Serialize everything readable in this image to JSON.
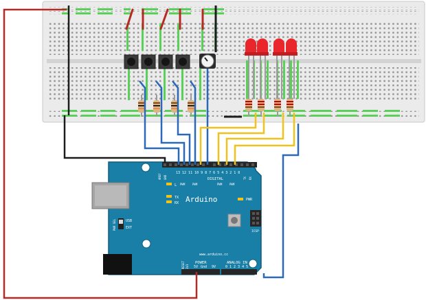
{
  "board": {
    "brand": "Arduino",
    "url": "www.arduino.cc",
    "digital_label": "DIGITAL",
    "power_label": "POWER",
    "analog_label": "ANALOG IN",
    "icsp_label": "ICSP",
    "led_l": "L",
    "tx_label": "TX",
    "rx_label": "RX",
    "pwr_led_label": "PWR",
    "usb_label": "USB",
    "ext_label": "EXT",
    "pwr_sel_label": "PWR SEL",
    "aref_label": "AREF",
    "gnd_label": "GND",
    "pwm_label": "PWM",
    "reset_label": "RESET",
    "v33_label": "3V3",
    "v5_label": "5V",
    "gnd_pwr_label": "Gnd",
    "vin_label": "9V",
    "digital_pins": "13 12 11 10 9 8   7 6 5 4 3 2 1 0",
    "analog_pins": "0 1 2 3 4 5",
    "tx_pin": "TX",
    "rx_pin": "RX"
  },
  "components": {
    "pushbuttons": 4,
    "potentiometers": 1,
    "leds": 4,
    "resistors": 8
  },
  "colors": {
    "breadboard": "#e9e9e9",
    "board": "#1a7fa6",
    "wire_red": "#b52a25",
    "wire_black": "#1c1c1c",
    "wire_blue": "#2a68b8",
    "wire_yellow": "#f0c21b",
    "led_red": "#e8262b",
    "hole_green": "#5ad05a"
  }
}
